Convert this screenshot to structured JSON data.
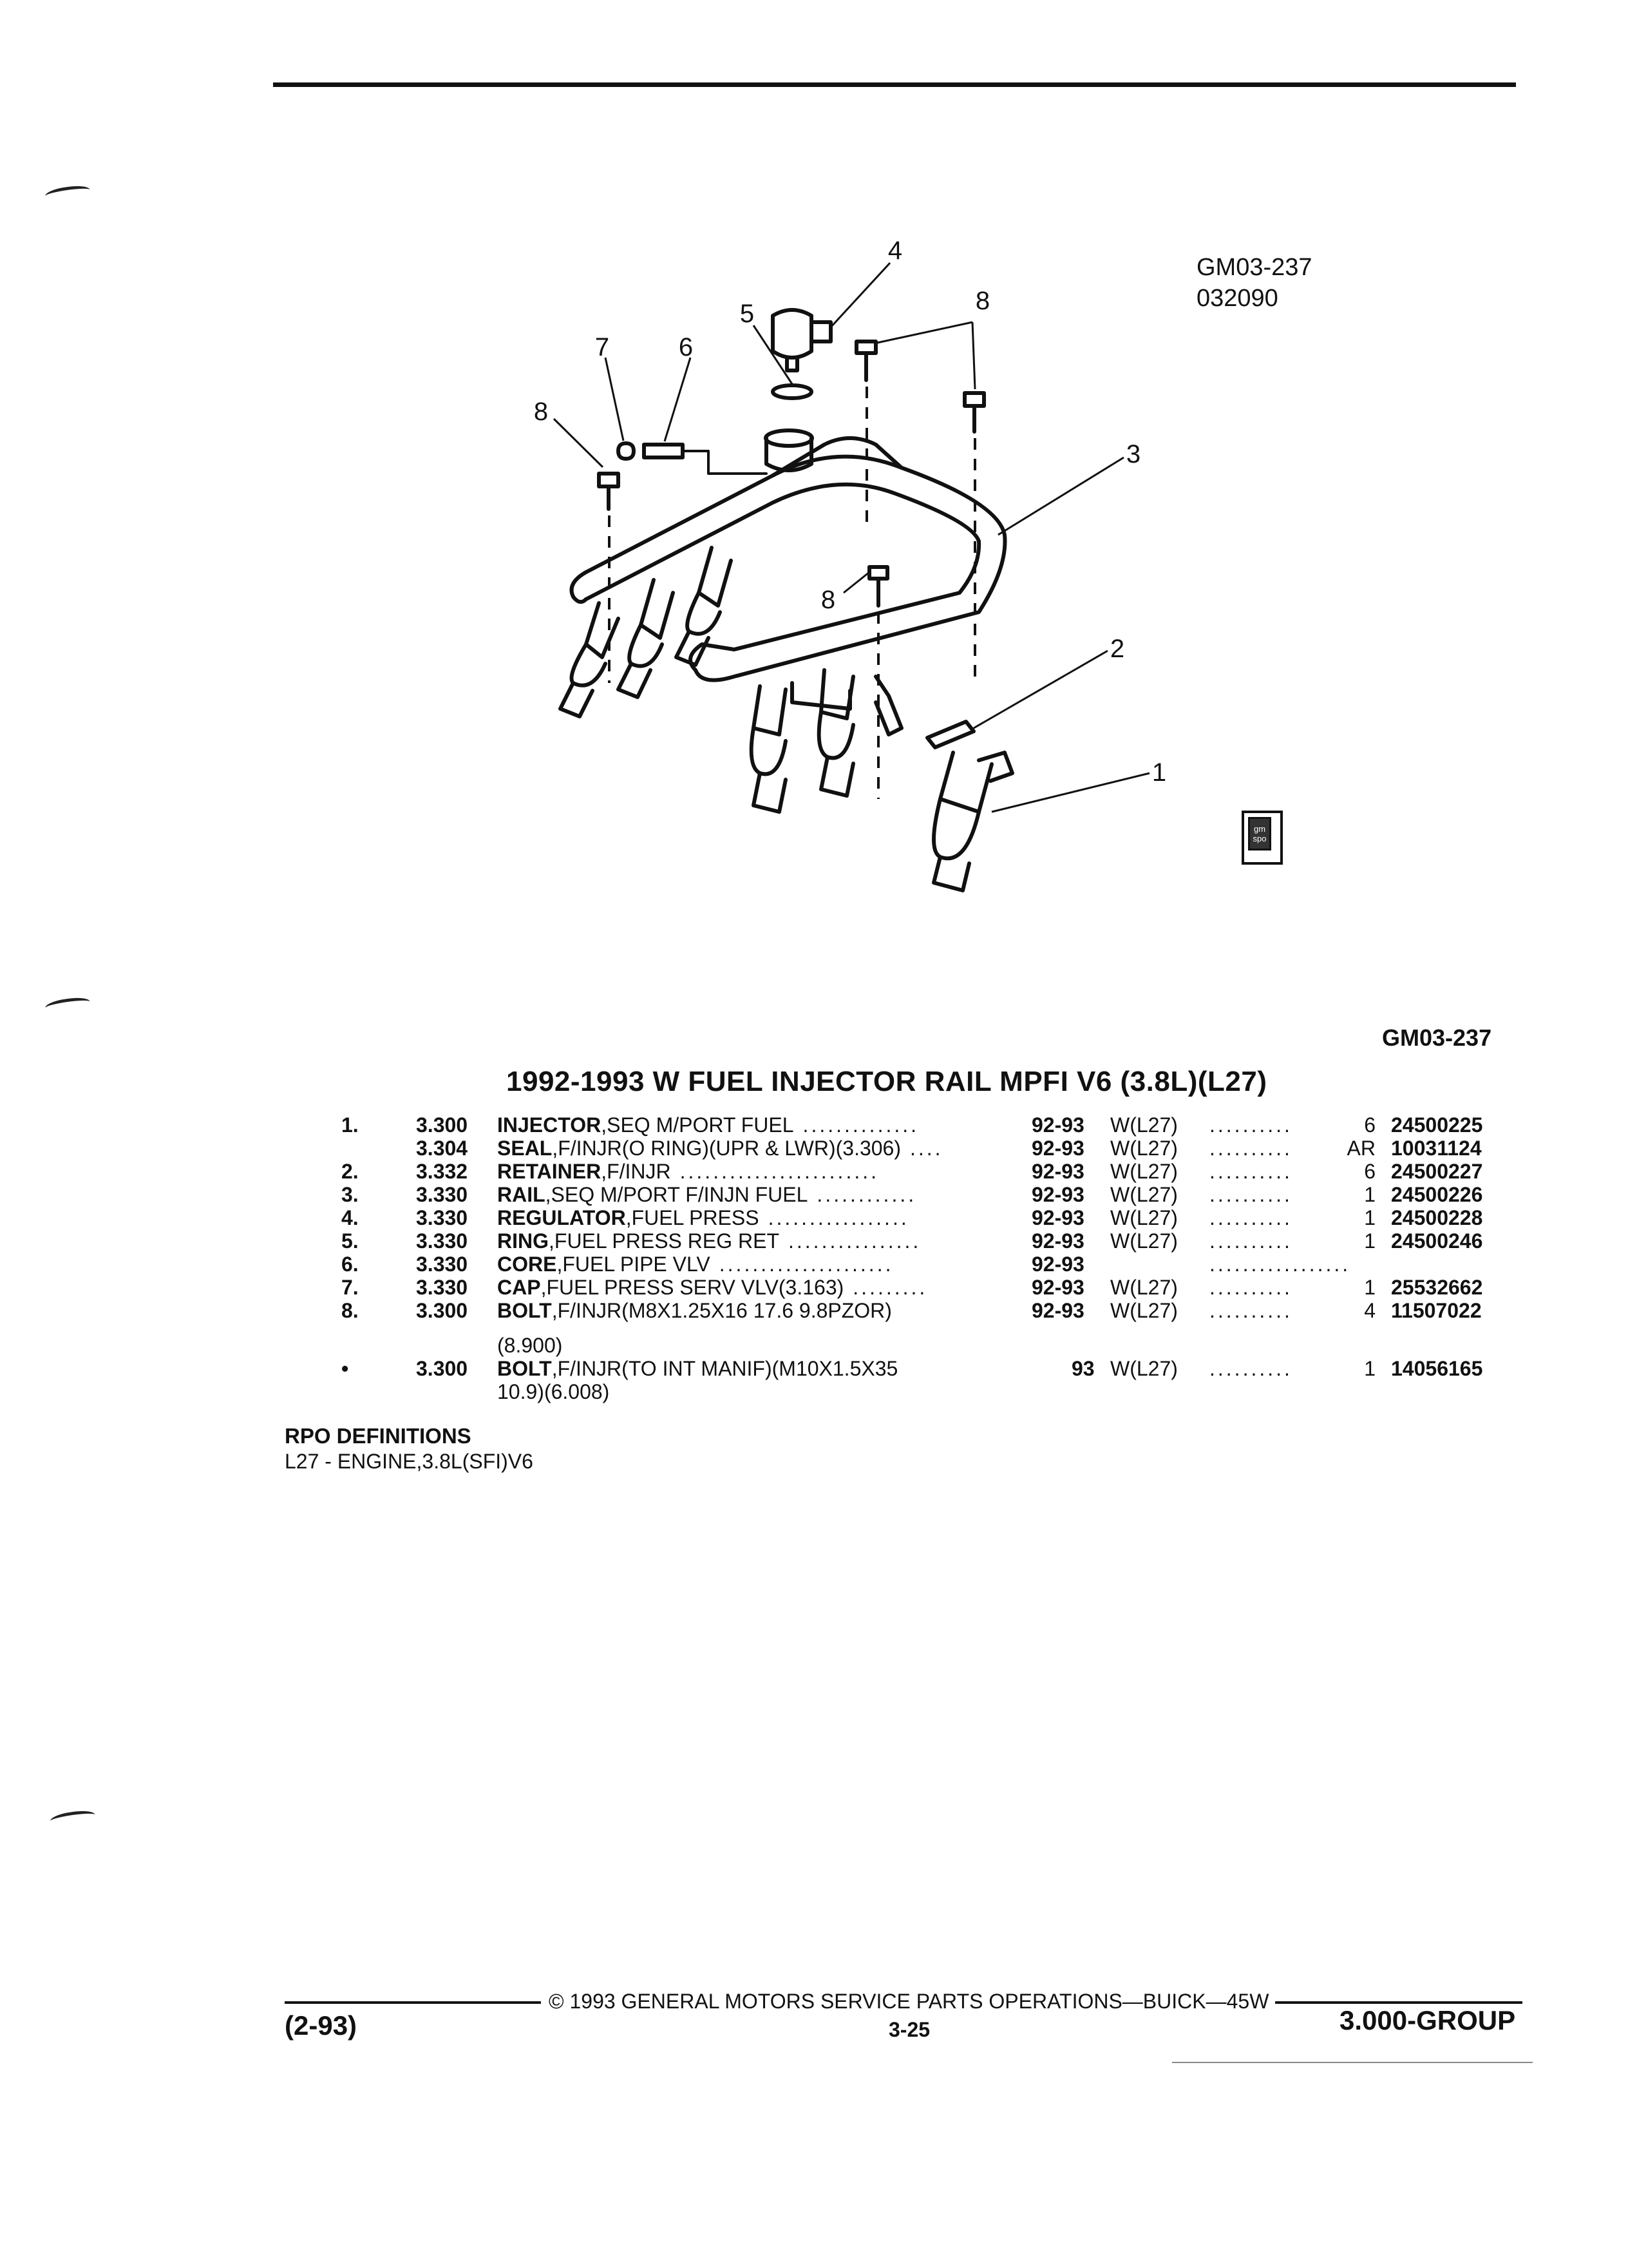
{
  "diagram": {
    "code_top": "GM03-237",
    "date_code": "032090",
    "callouts": [
      "1",
      "2",
      "3",
      "4",
      "5",
      "6",
      "7",
      "8",
      "8",
      "8"
    ]
  },
  "figure_code": "GM03-237",
  "title": "1992-1993 W FUEL INJECTOR RAIL MPFI V6 (3.8L)(L27)",
  "parts": [
    {
      "idx": "1.",
      "group": "3.300",
      "name": "INJECTOR",
      "desc": ",SEQ M/PORT FUEL",
      "dots": "..............",
      "years": "92-93",
      "model": "W(L27)",
      "dots2": "..........",
      "qty": "6",
      "part": "24500225"
    },
    {
      "idx": "",
      "group": "3.304",
      "name": "SEAL",
      "desc": ",F/INJR(O RING)(UPR & LWR)(3.306)",
      "dots": "....",
      "years": "92-93",
      "model": "W(L27)",
      "dots2": "..........",
      "qty": "AR",
      "part": "10031124"
    },
    {
      "idx": "2.",
      "group": "3.332",
      "name": "RETAINER",
      "desc": ",F/INJR",
      "dots": "........................",
      "years": "92-93",
      "model": "W(L27)",
      "dots2": "..........",
      "qty": "6",
      "part": "24500227"
    },
    {
      "idx": "3.",
      "group": "3.330",
      "name": "RAIL",
      "desc": ",SEQ M/PORT F/INJN FUEL",
      "dots": "............",
      "years": "92-93",
      "model": "W(L27)",
      "dots2": "..........",
      "qty": "1",
      "part": "24500226"
    },
    {
      "idx": "4.",
      "group": "3.330",
      "name": "REGULATOR",
      "desc": ",FUEL PRESS",
      "dots": ".................",
      "years": "92-93",
      "model": "W(L27)",
      "dots2": "..........",
      "qty": "1",
      "part": "24500228"
    },
    {
      "idx": "5.",
      "group": "3.330",
      "name": "RING",
      "desc": ",FUEL PRESS REG RET",
      "dots": "................",
      "years": "92-93",
      "model": "W(L27)",
      "dots2": "..........",
      "qty": "1",
      "part": "24500246"
    },
    {
      "idx": "6.",
      "group": "3.330",
      "name": "CORE",
      "desc": ",FUEL PIPE VLV",
      "dots": ".....................",
      "years": "92-93",
      "model": "",
      "dots2": ".................",
      "qty": "",
      "part": ""
    },
    {
      "idx": "7.",
      "group": "3.330",
      "name": "CAP",
      "desc": ",FUEL PRESS SERV VLV(3.163)",
      "dots": ".........",
      "years": "92-93",
      "model": "W(L27)",
      "dots2": "..........",
      "qty": "1",
      "part": "25532662"
    },
    {
      "idx": "8.",
      "group": "3.300",
      "name": "BOLT",
      "desc": ",F/INJR(M8X1.25X16 17.6 9.8PZOR)",
      "dots": "",
      "years": "92-93",
      "model": "W(L27)",
      "dots2": "..........",
      "qty": "4",
      "part": "11507022"
    },
    {
      "idx": "•",
      "group": "3.300",
      "name": "BOLT",
      "desc": ",F/INJR(TO INT MANIF)(M10X1.5X35",
      "dots": "",
      "years": "93",
      "model": "W(L27)",
      "dots2": "..........",
      "qty": "1",
      "part": "14056165"
    }
  ],
  "continuations": [
    "(8.900)",
    "10.9)(6.008)"
  ],
  "rpo": {
    "heading": "RPO DEFINITIONS",
    "line": "L27 - ENGINE,3.8L(SFI)V6"
  },
  "footer": {
    "date": "(2-93)",
    "copyright": "© 1993 GENERAL MOTORS SERVICE PARTS OPERATIONS—BUICK—45W",
    "page": "3-25",
    "group": "3.000-GROUP"
  },
  "logo_text": "gm spo"
}
